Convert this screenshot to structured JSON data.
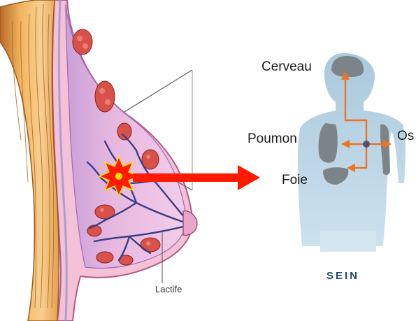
{
  "anatomy": {
    "label_lactiferous": "Lactife"
  },
  "body_figure": {
    "caption": "SEIN",
    "organs": {
      "brain": "Cerveau",
      "lung": "Poumon",
      "liver": "Foie",
      "bone": "Os"
    }
  },
  "colors": {
    "skin_dark": "#c77a2f",
    "skin_light": "#f6c37b",
    "breast_tissue": "#e4b3dc",
    "lobule": "#d9524a",
    "duct": "#3c3f83",
    "tumor": "#ff1a00",
    "tumor_center": "#ffe100",
    "spread_arrow": "#ff1a00",
    "body_silhouette": "#bcd6e6",
    "metastasis_path": "#f07222",
    "organ_gray": "#7d8487",
    "caption": "#1f4b66"
  }
}
